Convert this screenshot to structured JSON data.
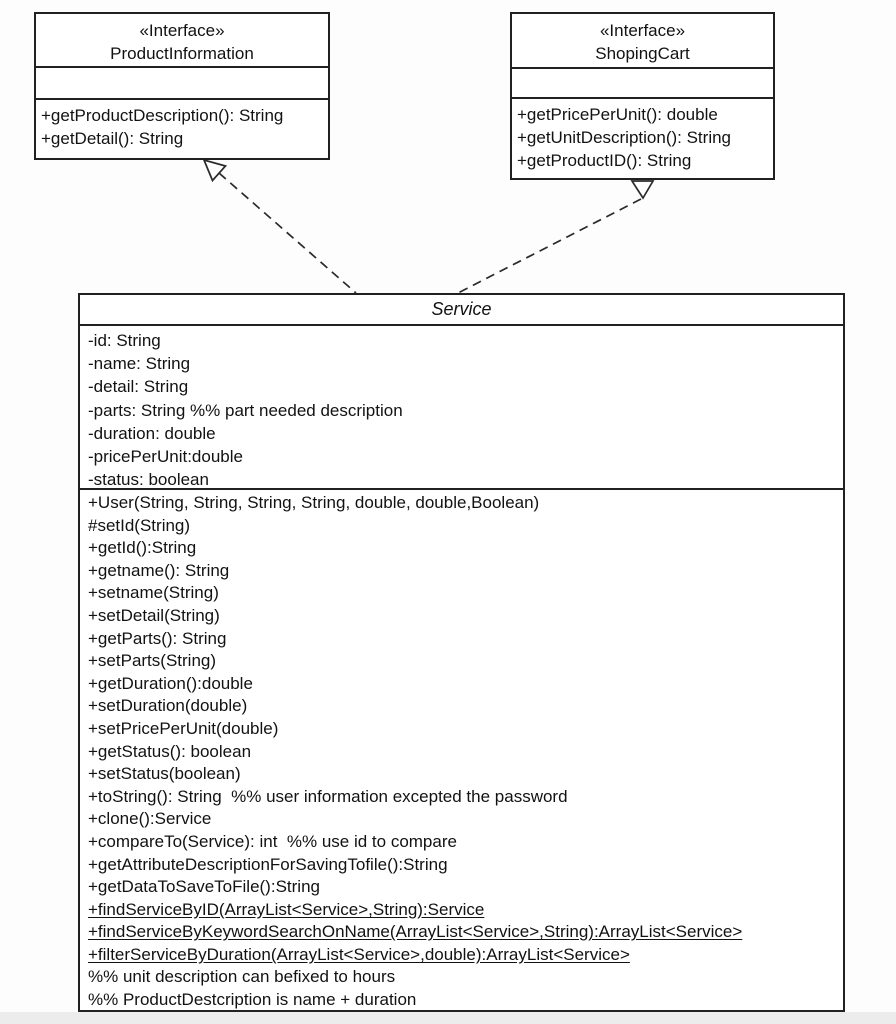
{
  "canvas": {
    "background": "#fdfdfd",
    "box_background": "#ffffff",
    "border_color": "#212121",
    "text_color": "#121212",
    "footer_strip_color": "#ececec"
  },
  "product_information": {
    "stereotype": "«Interface»",
    "name": "ProductInformation",
    "attributes": [],
    "methods": [
      "+getProductDescription(): String",
      "+getDetail(): String"
    ]
  },
  "shoping_cart": {
    "stereotype": "«Interface»",
    "name": "ShopingCart",
    "attributes": [],
    "methods": [
      "+getPricePerUnit(): double",
      "+getUnitDescription(): String",
      "+getProductID(): String"
    ]
  },
  "service": {
    "name": "Service",
    "attributes": [
      "-id: String",
      "-name: String",
      "-detail: String",
      "-parts: String %% part needed description",
      "-duration: double",
      "-pricePerUnit:double",
      "-status: boolean"
    ],
    "methods": [
      {
        "text": "+User(String, String, String, String, double, double,Boolean)",
        "underline": false
      },
      {
        "text": "#setId(String)",
        "underline": false
      },
      {
        "text": "+getId():String",
        "underline": false
      },
      {
        "text": "+getname(): String",
        "underline": false
      },
      {
        "text": "+setname(String)",
        "underline": false
      },
      {
        "text": "+setDetail(String)",
        "underline": false
      },
      {
        "text": "+getParts(): String",
        "underline": false
      },
      {
        "text": "+setParts(String)",
        "underline": false
      },
      {
        "text": "+getDuration():double",
        "underline": false
      },
      {
        "text": "+setDuration(double)",
        "underline": false
      },
      {
        "text": "+setPricePerUnit(double)",
        "underline": false
      },
      {
        "text": "+getStatus(): boolean",
        "underline": false
      },
      {
        "text": "+setStatus(boolean)",
        "underline": false
      },
      {
        "text": "+toString(): String  %% user information excepted the password",
        "underline": false
      },
      {
        "text": "+clone():Service",
        "underline": false
      },
      {
        "text": "+compareTo(Service): int  %% use id to compare",
        "underline": false
      },
      {
        "text": "+getAttributeDescriptionForSavingTofile():String",
        "underline": false
      },
      {
        "text": "+getDataToSaveToFile():String",
        "underline": false
      },
      {
        "text": "+findServiceByID(ArrayList<Service>,String):Service",
        "underline": true
      },
      {
        "text": "+findServiceByKeywordSearchOnName(ArrayList<Service>,String):ArrayList<Service>",
        "underline": true
      },
      {
        "text": "+filterServiceByDuration(ArrayList<Service>,double):ArrayList<Service>",
        "underline": true
      },
      {
        "text": "%% unit description can befixed to hours",
        "underline": false
      },
      {
        "text": "%% ProductDestcription is name + duration",
        "underline": false
      }
    ]
  },
  "relations": [
    {
      "type": "realization",
      "from": "Service",
      "to": "ProductInformation",
      "style": "dashed-hollow-triangle"
    },
    {
      "type": "realization",
      "from": "Service",
      "to": "ShopingCart",
      "style": "dashed-hollow-triangle"
    }
  ]
}
